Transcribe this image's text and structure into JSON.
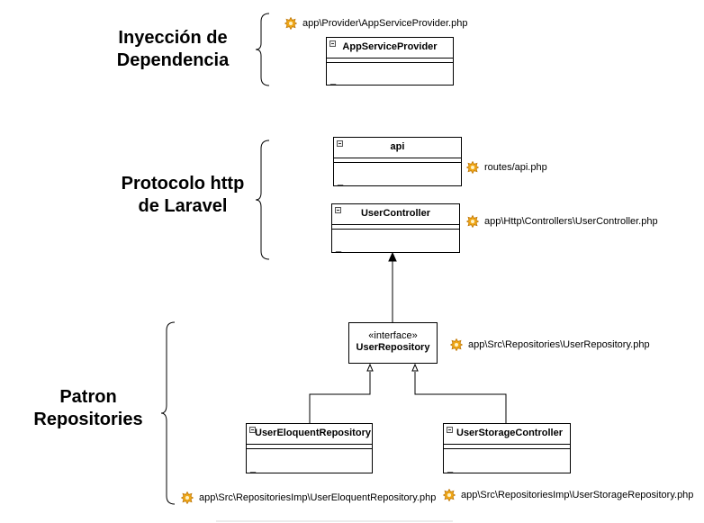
{
  "sections": {
    "di": {
      "line1": "Inyección de",
      "line2": "Dependencia"
    },
    "http": {
      "line1": "Protocolo http",
      "line2": "de Laravel"
    },
    "repo": {
      "line1": "Patron",
      "line2": "Repositories"
    }
  },
  "classes": {
    "app_service_provider": {
      "name": "AppServiceProvider",
      "ops": "_"
    },
    "api": {
      "name": "api",
      "ops": "_"
    },
    "user_controller": {
      "name": "UserController",
      "ops": "_"
    },
    "user_eloquent_repository": {
      "name": "UserEloquentRepository",
      "ops": "_"
    },
    "user_storage_controller": {
      "name": "UserStorageController",
      "ops": "_"
    }
  },
  "interface": {
    "stereotype": "«interface»",
    "name": "UserRepository"
  },
  "paths": {
    "app_service_provider": "app\\Provider\\AppServiceProvider.php",
    "api": "routes/api.php",
    "user_controller": "app\\Http\\Controllers\\UserController.php",
    "user_repository": "app\\Src\\Repositories\\UserRepository.php",
    "user_eloquent_repository": "app\\Src\\RepositoriesImp\\UserEloquentRepository.php",
    "user_storage_repository": "app\\Src\\RepositoriesImp\\UserStorageRepository.php"
  },
  "colors": {
    "file_icon": "#f0a818",
    "file_icon_dark": "#c07808",
    "line": "#000000"
  },
  "icons": {
    "file": "php-file-icon",
    "collapse": "collapse-icon"
  }
}
